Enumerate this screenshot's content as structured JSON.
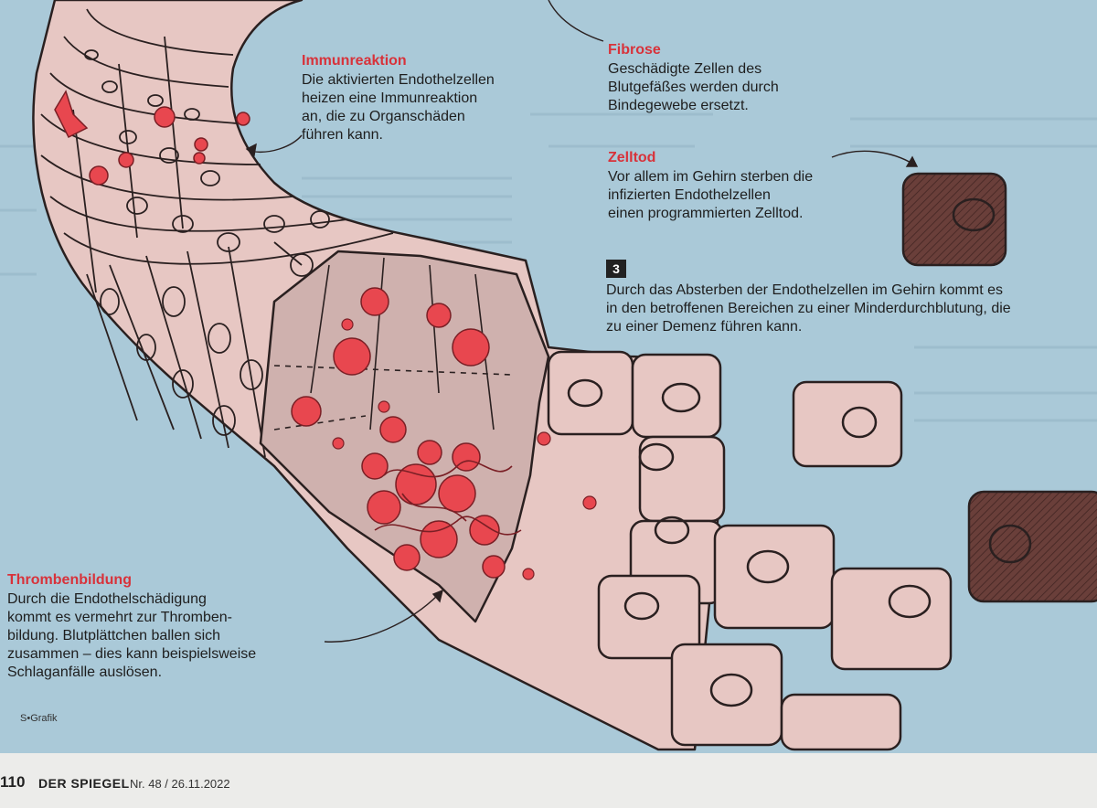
{
  "fibrose": {
    "title": "Fibrose",
    "body": "Geschädigte Zellen des\nBlutgefäßes werden durch\nBindegewebe ersetzt."
  },
  "immunreaktion": {
    "title": "Immunreaktion",
    "body": "Die aktivierten Endothelzellen\nheizen eine Immunreaktion\nan, die zu Organschäden\nführen kann."
  },
  "zelltod": {
    "title": "Zelltod",
    "body": "Vor allem im Gehirn sterben die\ninfizierten Endothelzellen\neinen programmierten Zelltod."
  },
  "step3": {
    "number": "3",
    "body": "Durch das Absterben der Endothelzellen im Gehirn kommt es\nin den betroffenen Bereichen zu einer Minderdurchblutung, die\nzu einer Demenz führen kann."
  },
  "thrombenbildung": {
    "title": "Thrombenbildung",
    "body": "Durch die Endothelschädigung\nkommt es vermehrt zur Thromben-\nbildung. Blutplättchen ballen sich\nzusammen – dies kann beispielsweise\nSchlaganfälle auslösen."
  },
  "credit": "S•Grafik",
  "footer": {
    "page_number": "110",
    "magazine": "DER SPIEGEL",
    "issue": "Nr. 48 / 26.11.2022"
  },
  "colors": {
    "background": "#aac9d8",
    "cell": "#e7c7c3",
    "outline": "#2a2020",
    "blood": "#e8474f",
    "dead_cell": "#6a3f3a",
    "accent_text": "#d8323a"
  }
}
